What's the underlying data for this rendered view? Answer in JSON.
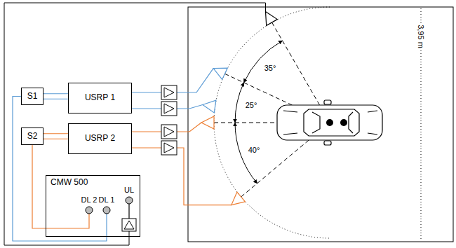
{
  "diagram": {
    "nodes": [
      {
        "text": [
          "S1"
        ]
      },
      {
        "text": [
          "USRP 1"
        ]
      },
      {
        "text": [
          "S2"
        ]
      },
      {
        "text": [
          "USRP 2"
        ]
      },
      {
        "text": [
          "CMW 500"
        ]
      }
    ],
    "edges": [
      {
        "from": 0,
        "to": 1,
        "arrow": "none"
      },
      {
        "from": 0,
        "to": 1,
        "arrow": "none"
      },
      {
        "from": 2,
        "to": 3,
        "arrow": "none"
      },
      {
        "from": 2,
        "to": 3,
        "arrow": "none"
      },
      {
        "from": 4,
        "to": 0,
        "arrow": "none"
      },
      {
        "from": 4,
        "to": 2,
        "arrow": "none"
      }
    ],
    "labels": [
      "35°",
      "25°",
      "40°",
      "3,95 m",
      "DL 2",
      "DL 1",
      "UL"
    ]
  }
}
